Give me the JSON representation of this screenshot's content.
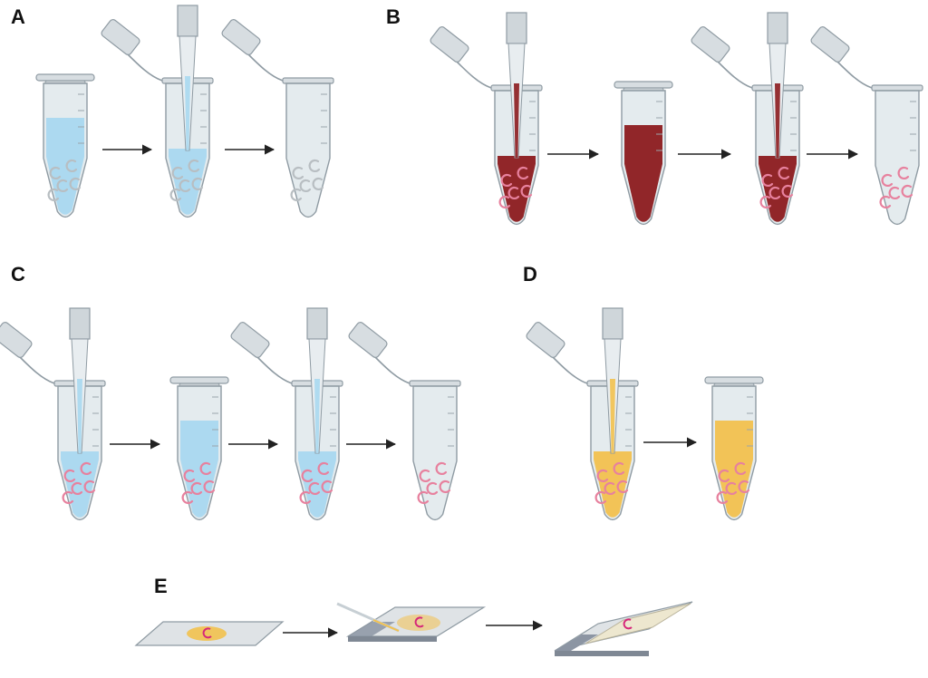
{
  "panels": [
    {
      "id": "A",
      "label": "A"
    },
    {
      "id": "B",
      "label": "B"
    },
    {
      "id": "C",
      "label": "C"
    },
    {
      "id": "D",
      "label": "D"
    },
    {
      "id": "E",
      "label": "E"
    }
  ],
  "colors": {
    "tube_body": "#e4ebee",
    "tube_outline": "#8f9ba3",
    "cap": "#d7dde1",
    "pipette": "#cfd6da",
    "buffer_blue": "#a9d8ef",
    "blood_red": "#8c1b1e",
    "stain_yellow": "#f2c14e",
    "larvae_pink": "#e7819e",
    "larvae_grey": "#b8bec2",
    "arrow": "#222222",
    "slide_glass": "#dfe3e6",
    "slide_frosted": "#8c95a3",
    "coverslip": "#ede7cf"
  }
}
